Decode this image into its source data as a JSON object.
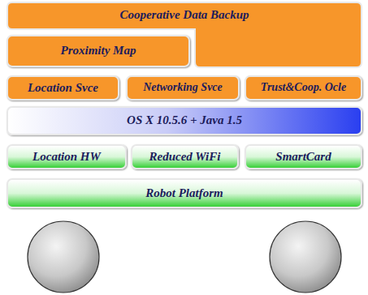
{
  "diagram": {
    "nodes": [
      {
        "text": [
          "Cooperative Data Backup"
        ]
      },
      {
        "text": [
          "Proximity Map"
        ]
      },
      {
        "text": [
          "Location Svce"
        ]
      },
      {
        "text": [
          "Networking Svce"
        ]
      },
      {
        "text": [
          "Trust&Coop. Ocle"
        ]
      },
      {
        "text": [
          "OS X 10.5.6 + Java 1.5"
        ]
      },
      {
        "text": [
          "Location HW"
        ]
      },
      {
        "text": [
          "Reduced WiFi"
        ]
      },
      {
        "text": [
          "SmartCard"
        ]
      },
      {
        "text": [
          "Robot Platform"
        ]
      }
    ]
  }
}
